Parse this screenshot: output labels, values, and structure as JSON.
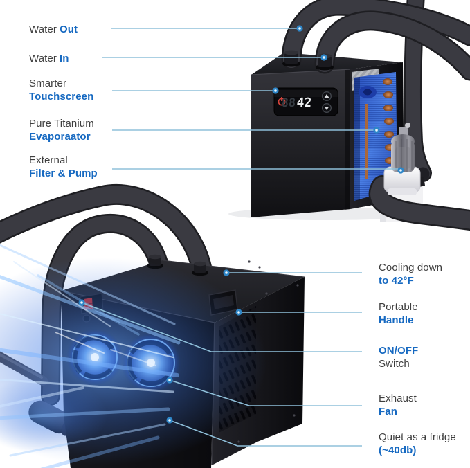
{
  "meta": {
    "description": "Water chiller product infographic with callout labels",
    "colors": {
      "background": "#ffffff",
      "accent_blue": "#1669c1",
      "text_dark": "#3e3e3e",
      "callout_line": "#8fc0da",
      "callout_dot": "#2e86c8",
      "fan_glow": "#5f9cf2",
      "coil_blue": "#4a7ee4",
      "copper": "#b06a3a"
    }
  },
  "icons": {
    "callout_dot": "callout-dot-icon",
    "power": "power-icon",
    "temp_up": "arrow-up-icon",
    "temp_down": "arrow-down-icon"
  },
  "product": {
    "display": {
      "dim_digits": "88",
      "temperature": "42"
    }
  },
  "callouts": {
    "top_left": [
      {
        "seg1": "Water",
        "seg2": "Out"
      },
      {
        "seg1": "Water",
        "seg2": "In"
      },
      {
        "seg1": "Smarter",
        "seg2": "Touchscreen"
      },
      {
        "seg1": "Pure Titanium",
        "seg2": "Evaporaator"
      },
      {
        "seg1": "External",
        "seg2": "Filter & Pump"
      }
    ],
    "bottom_right": [
      {
        "seg1": "Cooling down",
        "seg2": "to 42°F"
      },
      {
        "seg1": "Portable",
        "seg2": "Handle"
      },
      {
        "seg1": "ON/OFF",
        "seg2": "Switch"
      },
      {
        "seg1": "Exhaust",
        "seg2": "Fan"
      },
      {
        "seg1": "Quiet as a fridge",
        "seg2": "(~40db)"
      }
    ]
  }
}
